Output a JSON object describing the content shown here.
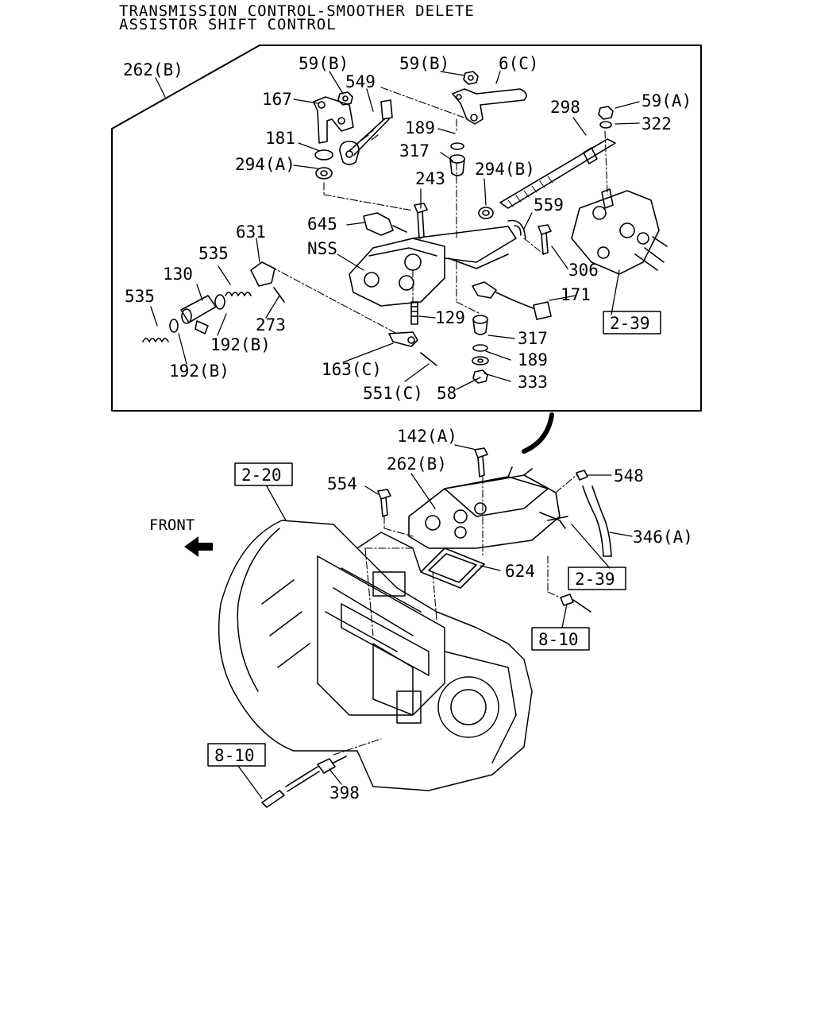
{
  "title": {
    "line1": "TRANSMISSION CONTROL-SMOOTHER DELETE",
    "line2": "ASSISTOR SHIFT CONTROL"
  },
  "direction_label": "FRONT",
  "callouts": {
    "c262b_top": "262(B)",
    "c59b_left": "59(B)",
    "c59b_right": "59(B)",
    "c6c": "6(C)",
    "c549": "549",
    "c167": "167",
    "c298": "298",
    "c59a": "59(A)",
    "c322": "322",
    "c189_top": "189",
    "c181": "181",
    "c317_top": "317",
    "c294a": "294(A)",
    "c294b": "294(B)",
    "c243": "243",
    "c559": "559",
    "c645": "645",
    "c631": "631",
    "cnss": "NSS",
    "c535_a": "535",
    "c306": "306",
    "c130": "130",
    "c171": "171",
    "c535_b": "535",
    "c129": "129",
    "c273": "273",
    "c192b_a": "192(B)",
    "c317_bot": "317",
    "c189_bot": "189",
    "c192b_b": "192(B)",
    "c163c": "163(C)",
    "c333": "333",
    "c551c": "551(C)",
    "c58": "58",
    "c142a": "142(A)",
    "c262b_bot": "262(B)",
    "c554": "554",
    "c548": "548",
    "c346a": "346(A)",
    "c624": "624",
    "c398": "398"
  },
  "ref_boxes": {
    "r239_top": "2-39",
    "r220": "2-20",
    "r239_bot": "2-39",
    "r810_right": "8-10",
    "r810_left": "8-10"
  }
}
